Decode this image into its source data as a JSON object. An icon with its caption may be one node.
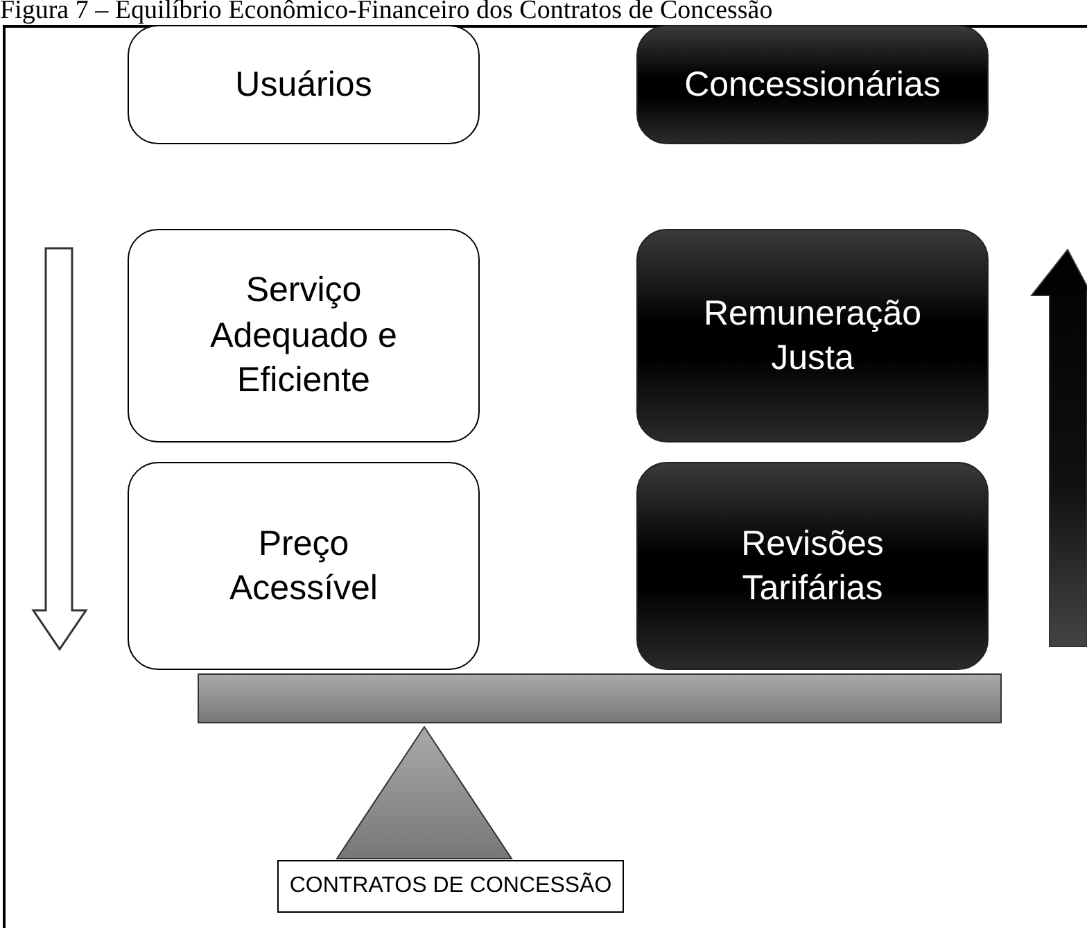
{
  "diagram": {
    "title": "Figura 7 – Equilíbrio Econômico-Financeiro dos Contratos de Concessão",
    "nodes": [
      {
        "text": [
          "Usuários"
        ]
      },
      {
        "text": [
          "Concessionárias"
        ]
      },
      {
        "text": [
          "Serviço Adequado e Eficiente"
        ]
      },
      {
        "text": [
          "Remuneração Justa"
        ]
      },
      {
        "text": [
          "Preço Acessível"
        ]
      },
      {
        "text": [
          "Revisões Tarifárias"
        ]
      },
      {
        "text": [
          "CONTRATOS DE CONCESSÃO"
        ]
      }
    ]
  }
}
